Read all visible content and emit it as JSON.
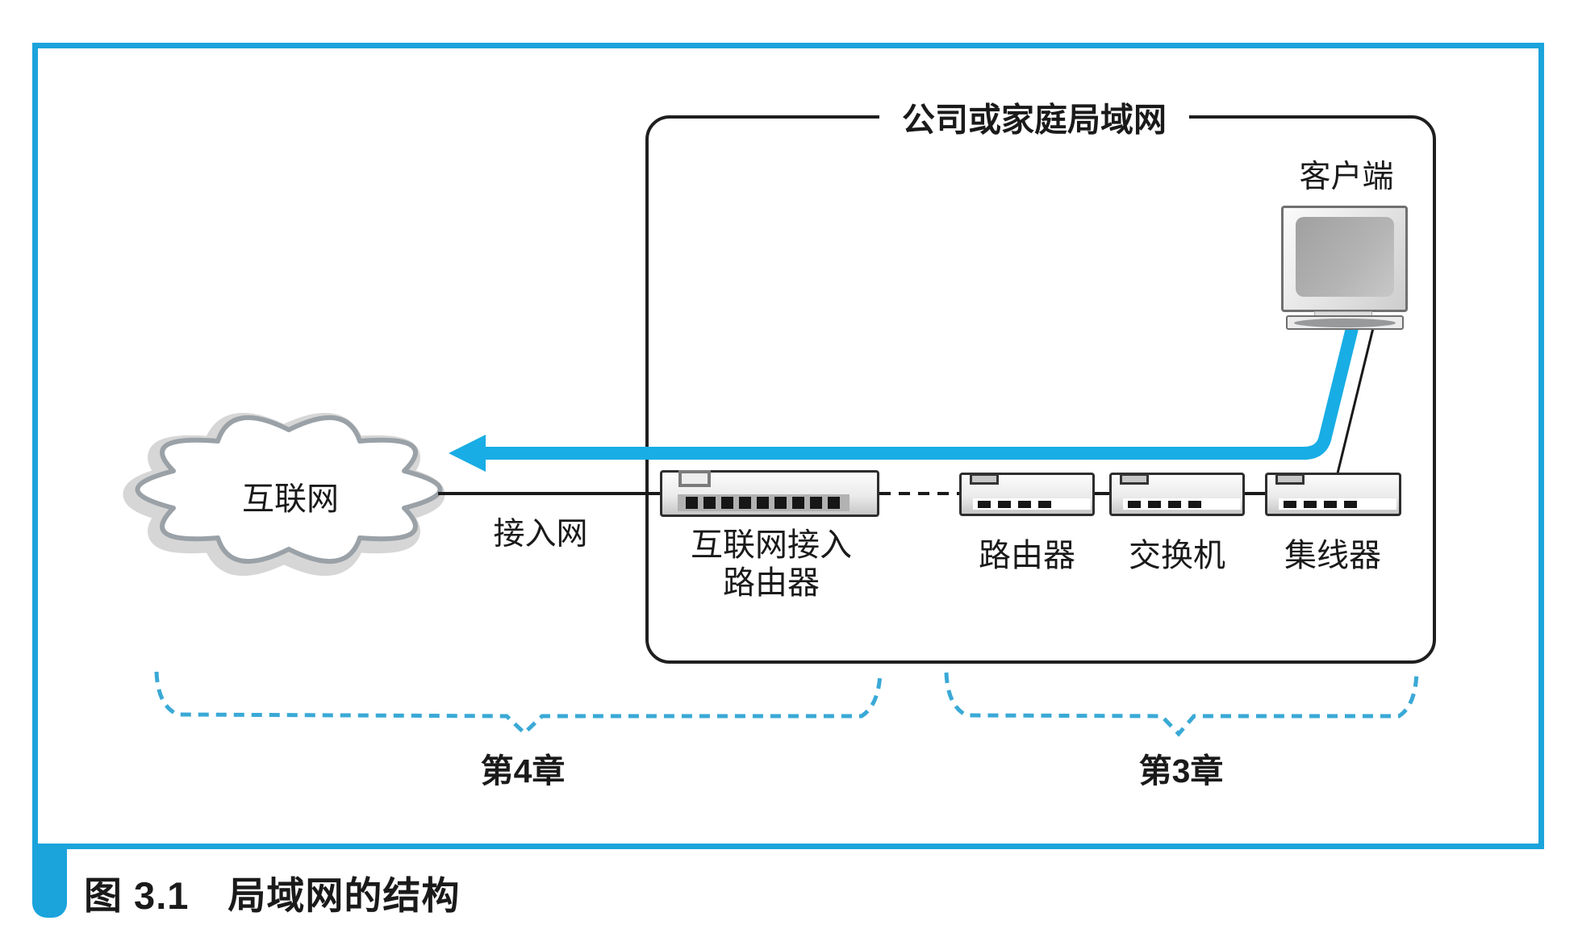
{
  "figure_caption": "图 3.1　局域网的结构",
  "lan_box": {
    "title": "公司或家庭局域网"
  },
  "internet_cloud": {
    "label": "互联网"
  },
  "access_network": {
    "label": "接入网"
  },
  "client": {
    "label": "客户端"
  },
  "access_router": {
    "label_line1": "互联网接入",
    "label_line2": "路由器"
  },
  "lan_devices": [
    {
      "id": "router",
      "label": "路由器"
    },
    {
      "id": "switch",
      "label": "交换机"
    },
    {
      "id": "hub",
      "label": "集线器"
    }
  ],
  "chapter_labels": {
    "chapter4": "第4章",
    "chapter3": "第3章"
  },
  "colors": {
    "frame": "#1ba3dc",
    "arrow": "#18ade5",
    "brace": "#3aa9d6",
    "diagram_line": "#1a1a1a",
    "cloud_halo": "#d6d6d6",
    "cloud_stroke": "#9aa1a7"
  }
}
